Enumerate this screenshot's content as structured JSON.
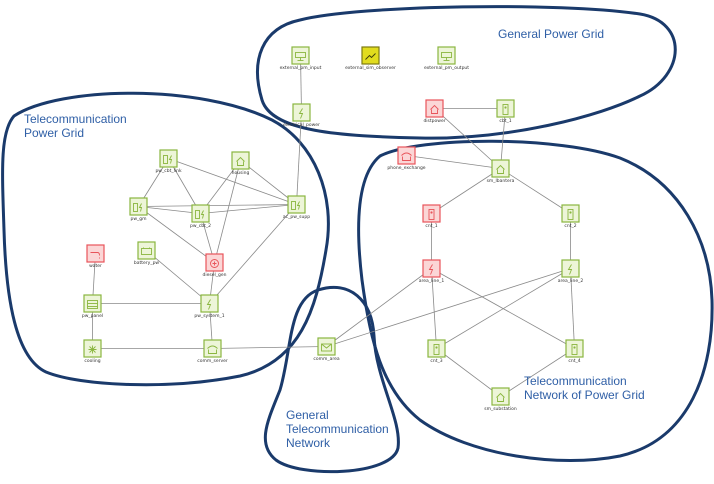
{
  "regions": {
    "general_power_grid": "General Power Grid",
    "telecom_power_grid_line1": "Telecommunication",
    "telecom_power_grid_line2": "Power Grid",
    "general_telecom_line1": "General",
    "general_telecom_line2": "Telecommunication",
    "general_telecom_line3": "Network",
    "telecom_network_pg_line1": "Telecommunication",
    "telecom_network_pg_line2": "Network of Power Grid"
  },
  "nodes": [
    {
      "id": "ext_input",
      "label": "external_pm_input",
      "color": "green",
      "icon": "terminal-icon"
    },
    {
      "id": "ext_observer",
      "label": "external_sim_observer",
      "color": "yellow",
      "icon": "observer-icon"
    },
    {
      "id": "ext_output",
      "label": "external_pm_output",
      "color": "green",
      "icon": "terminal-icon"
    },
    {
      "id": "elec_power",
      "label": "electrical_power",
      "color": "green",
      "icon": "lightning-icon"
    },
    {
      "id": "distpower",
      "label": "distpower",
      "color": "red",
      "icon": "house-icon"
    },
    {
      "id": "cbt_1",
      "label": "cbt_1",
      "color": "green",
      "icon": "device-icon"
    },
    {
      "id": "phone_exchange",
      "label": "phone_exchange",
      "color": "red",
      "icon": "telephone-icon"
    },
    {
      "id": "sm_lbantera",
      "label": "sm_lbantera",
      "color": "green",
      "icon": "house-icon"
    },
    {
      "id": "pw_cbt_link",
      "label": "pw_cbt_link",
      "color": "green",
      "icon": "battery-lightning-icon"
    },
    {
      "id": "housing",
      "label": "housing",
      "color": "green",
      "icon": "house-icon"
    },
    {
      "id": "pw_gm",
      "label": "pw_gm",
      "color": "green",
      "icon": "battery-lightning-icon"
    },
    {
      "id": "pw_cbt_2",
      "label": "pw_cbt_2",
      "color": "green",
      "icon": "battery-lightning-icon"
    },
    {
      "id": "ac_pw_supp",
      "label": "ac_pw_supp",
      "color": "green",
      "icon": "battery-lightning-icon"
    },
    {
      "id": "battery_pw",
      "label": "battery_pw",
      "color": "green",
      "icon": "battery-icon"
    },
    {
      "id": "diesel_gen",
      "label": "diesel_gen",
      "color": "red",
      "icon": "generator-icon"
    },
    {
      "id": "cnt_1",
      "label": "cnt_1",
      "color": "red",
      "icon": "device-icon"
    },
    {
      "id": "cnt_2",
      "label": "cnt_2",
      "color": "green",
      "icon": "device-icon"
    },
    {
      "id": "area_line_1",
      "label": "area_line_1",
      "color": "red",
      "icon": "lightning-icon"
    },
    {
      "id": "area_line_2",
      "label": "area_line_2",
      "color": "green",
      "icon": "lightning-icon"
    },
    {
      "id": "water",
      "label": "water",
      "color": "red",
      "icon": "water-tap-icon"
    },
    {
      "id": "pw_panel",
      "label": "pw_panel",
      "color": "green",
      "icon": "panel-icon"
    },
    {
      "id": "pw_system_1",
      "label": "pw_system_1",
      "color": "green",
      "icon": "lightning-icon"
    },
    {
      "id": "cooling",
      "label": "cooling",
      "color": "green",
      "icon": "snowflake-icon"
    },
    {
      "id": "comm_server",
      "label": "comm_server",
      "color": "green",
      "icon": "telephone-icon"
    },
    {
      "id": "comm_area",
      "label": "comm_area",
      "color": "green",
      "icon": "envelope-icon"
    },
    {
      "id": "cnt_3",
      "label": "cnt_3",
      "color": "green",
      "icon": "device-icon"
    },
    {
      "id": "cnt_4",
      "label": "cnt_4",
      "color": "green",
      "icon": "device-icon"
    },
    {
      "id": "sm_substation",
      "label": "sm_substation",
      "color": "green",
      "icon": "house-icon"
    }
  ],
  "colors": {
    "region_border": "#1a3a6b",
    "region_text": "#2f5fa6",
    "node_green": "#8ab63f",
    "node_green_fill": "#edf5d8",
    "node_red": "#e8545a",
    "node_red_fill": "#fbd6d6",
    "node_yellow": "#e1dc1e",
    "edge": "#8a8a8a"
  }
}
